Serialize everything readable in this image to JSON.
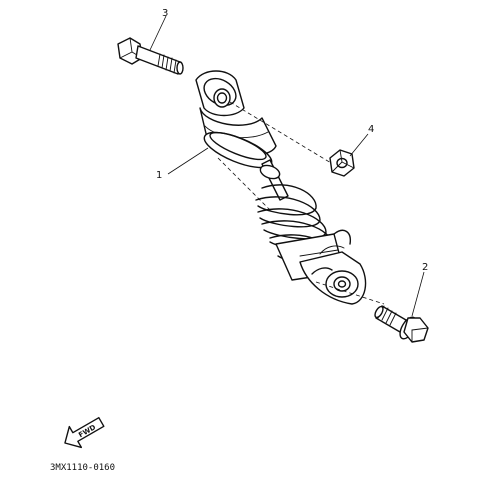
{
  "callouts": [
    {
      "id": "shock-absorber",
      "number": "1"
    },
    {
      "id": "lower-bolt",
      "number": "2"
    },
    {
      "id": "upper-bolt",
      "number": "3"
    },
    {
      "id": "nut",
      "number": "4"
    }
  ],
  "forward_arrow": {
    "label": "FWD"
  },
  "diagram_code": "3MX1110-0160"
}
